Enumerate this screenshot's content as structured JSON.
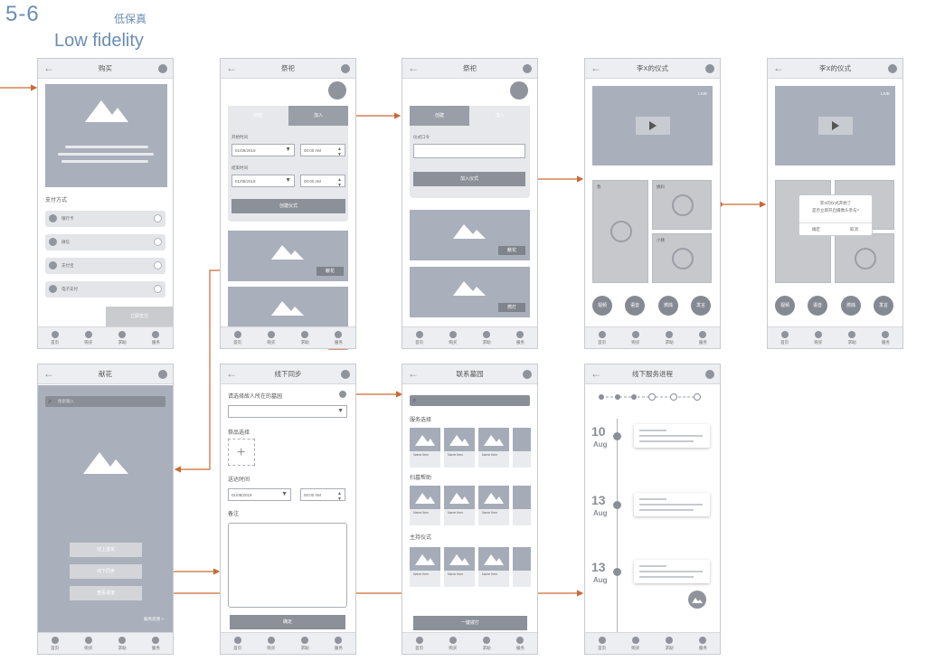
{
  "header": {
    "page_number": "5-6",
    "title_cn": "低保真",
    "title_en": "Low fidelity"
  },
  "tabbar_labels": [
    "首页",
    "购买",
    "求助",
    "服务"
  ],
  "colors": {
    "accent": "#c96a35",
    "placeholder": "#a9afbb",
    "frame_border": "#c8cbd0"
  },
  "screens": {
    "buy": {
      "title": "购买",
      "pay_section": "支付方式",
      "pay_options": [
        "银行卡",
        "微信",
        "支付宝",
        "电子支付"
      ],
      "pay_button": "立即支付"
    },
    "sacrifice": {
      "title": "祭祀",
      "tab_create": "创建",
      "tab_join": "加入",
      "start_label": "开始时间",
      "end_label": "结束时间",
      "date_value": "01/08/2019",
      "time_value": "00:00 AM",
      "create_button": "创建仪式",
      "card_button": "献花"
    },
    "sacrifice_join": {
      "title": "祭祀",
      "tab_create": "创建",
      "tab_join": "加入",
      "code_label": "仪式口令",
      "join_button": "加入仪式",
      "card1_button": "献花",
      "card2_button": "燃灯"
    },
    "ritual_view": {
      "title": "李X的仪式",
      "live": "LIVE",
      "person_labels": [
        "我",
        "姨妈",
        "小姨"
      ],
      "actions": [
        "视频",
        "语音",
        "燃烛",
        "发言"
      ]
    },
    "ritual_dialog": {
      "title": "李X的仪式",
      "live": "LIVE",
      "dialog_line1": "李X的仪式开始了",
      "dialog_line2": "是否立即开启摄像头参与?",
      "dialog_confirm": "确定",
      "dialog_cancel": "取消",
      "actions": [
        "视频",
        "语音",
        "燃烛",
        "发言"
      ]
    },
    "flower": {
      "title": "献花",
      "search_placeholder": "搜索输入",
      "btn_online": "线上送花",
      "btn_offline": "线下同步",
      "btn_view": "查看进度",
      "footer_note": "服务反馈 >"
    },
    "offline": {
      "title": "线下同步",
      "cemetery_label": "请选择故人所在的墓园",
      "goods_label": "祭品选择",
      "time_label": "送达时间",
      "date_value": "01/08/2019",
      "time_value": "00:00 AM",
      "notes_label": "备注",
      "confirm_button": "确定"
    },
    "contact": {
      "title": "联系墓园",
      "sections": [
        "服务选择",
        "扫墓帮助",
        "主持仪式"
      ],
      "item_name": "Name Item",
      "call_button": "一键拨打"
    },
    "progress": {
      "title": "线下服务进程",
      "entries": [
        {
          "day": "10",
          "month": "Aug"
        },
        {
          "day": "13",
          "month": "Aug"
        },
        {
          "day": "13",
          "month": "Aug"
        }
      ]
    }
  }
}
